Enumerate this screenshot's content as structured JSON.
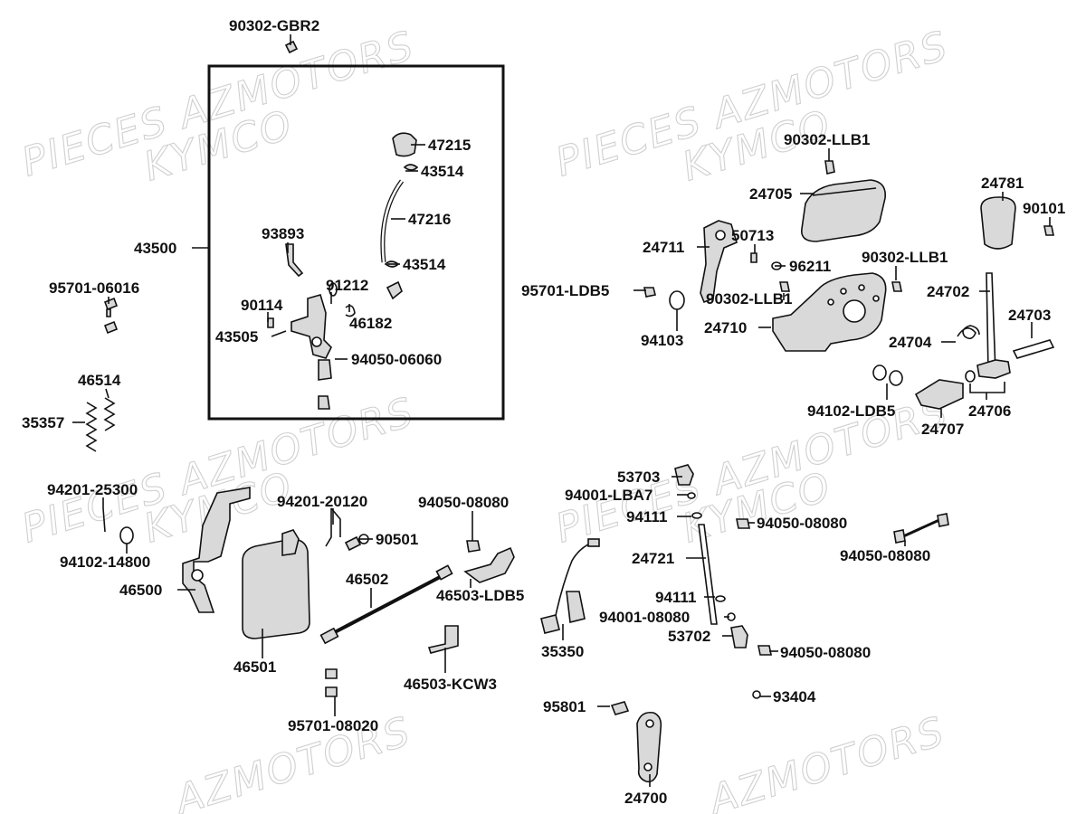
{
  "watermark": {
    "line1": "PIECES AZMOTORS",
    "line2": "KYMCO",
    "line3": "AZMOTORS"
  },
  "callouts": [
    {
      "id": "90302-GBR2",
      "text": "90302-GBR2"
    },
    {
      "id": "47215",
      "text": "47215"
    },
    {
      "id": "43514a",
      "text": "43514"
    },
    {
      "id": "47216",
      "text": "47216"
    },
    {
      "id": "43500",
      "text": "43500"
    },
    {
      "id": "93893",
      "text": "93893"
    },
    {
      "id": "43514b",
      "text": "43514"
    },
    {
      "id": "91212",
      "text": "91212"
    },
    {
      "id": "90114",
      "text": "90114"
    },
    {
      "id": "46182",
      "text": "46182"
    },
    {
      "id": "43505",
      "text": "43505"
    },
    {
      "id": "94050-06060",
      "text": "94050-06060"
    },
    {
      "id": "95701-06016",
      "text": "95701-06016"
    },
    {
      "id": "46514",
      "text": "46514"
    },
    {
      "id": "35357",
      "text": "35357"
    },
    {
      "id": "94201-25300",
      "text": "94201-25300"
    },
    {
      "id": "94102-14800",
      "text": "94102-14800"
    },
    {
      "id": "46500",
      "text": "46500"
    },
    {
      "id": "46501",
      "text": "46501"
    },
    {
      "id": "94201-20120",
      "text": "94201-20120"
    },
    {
      "id": "90501",
      "text": "90501"
    },
    {
      "id": "46502",
      "text": "46502"
    },
    {
      "id": "94050-08080a",
      "text": "94050-08080"
    },
    {
      "id": "46503-LDB5",
      "text": "46503-LDB5"
    },
    {
      "id": "46503-KCW3",
      "text": "46503-KCW3"
    },
    {
      "id": "95701-08020",
      "text": "95701-08020"
    },
    {
      "id": "90302-LLB1a",
      "text": "90302-LLB1"
    },
    {
      "id": "24705",
      "text": "24705"
    },
    {
      "id": "24781",
      "text": "24781"
    },
    {
      "id": "90101",
      "text": "90101"
    },
    {
      "id": "24711",
      "text": "24711"
    },
    {
      "id": "50713",
      "text": "50713"
    },
    {
      "id": "96211",
      "text": "96211"
    },
    {
      "id": "90302-LLB1b",
      "text": "90302-LLB1"
    },
    {
      "id": "95701-LDB5",
      "text": "95701-LDB5"
    },
    {
      "id": "90302-LLB1c",
      "text": "90302-LLB1"
    },
    {
      "id": "24702",
      "text": "24702"
    },
    {
      "id": "94103",
      "text": "94103"
    },
    {
      "id": "24710",
      "text": "24710"
    },
    {
      "id": "24703",
      "text": "24703"
    },
    {
      "id": "24704",
      "text": "24704"
    },
    {
      "id": "94102-LDB5",
      "text": "94102-LDB5"
    },
    {
      "id": "24706",
      "text": "24706"
    },
    {
      "id": "24707",
      "text": "24707"
    },
    {
      "id": "53703",
      "text": "53703"
    },
    {
      "id": "94001-LBA7",
      "text": "94001-LBA7"
    },
    {
      "id": "94111a",
      "text": "94111"
    },
    {
      "id": "94050-08080b",
      "text": "94050-08080"
    },
    {
      "id": "94050-08080c",
      "text": "94050-08080"
    },
    {
      "id": "24721",
      "text": "24721"
    },
    {
      "id": "94111b",
      "text": "94111"
    },
    {
      "id": "94001-08080",
      "text": "94001-08080"
    },
    {
      "id": "53702",
      "text": "53702"
    },
    {
      "id": "94050-08080d",
      "text": "94050-08080"
    },
    {
      "id": "35350",
      "text": "35350"
    },
    {
      "id": "95801",
      "text": "95801"
    },
    {
      "id": "93404",
      "text": "93404"
    },
    {
      "id": "24700",
      "text": "24700"
    }
  ]
}
